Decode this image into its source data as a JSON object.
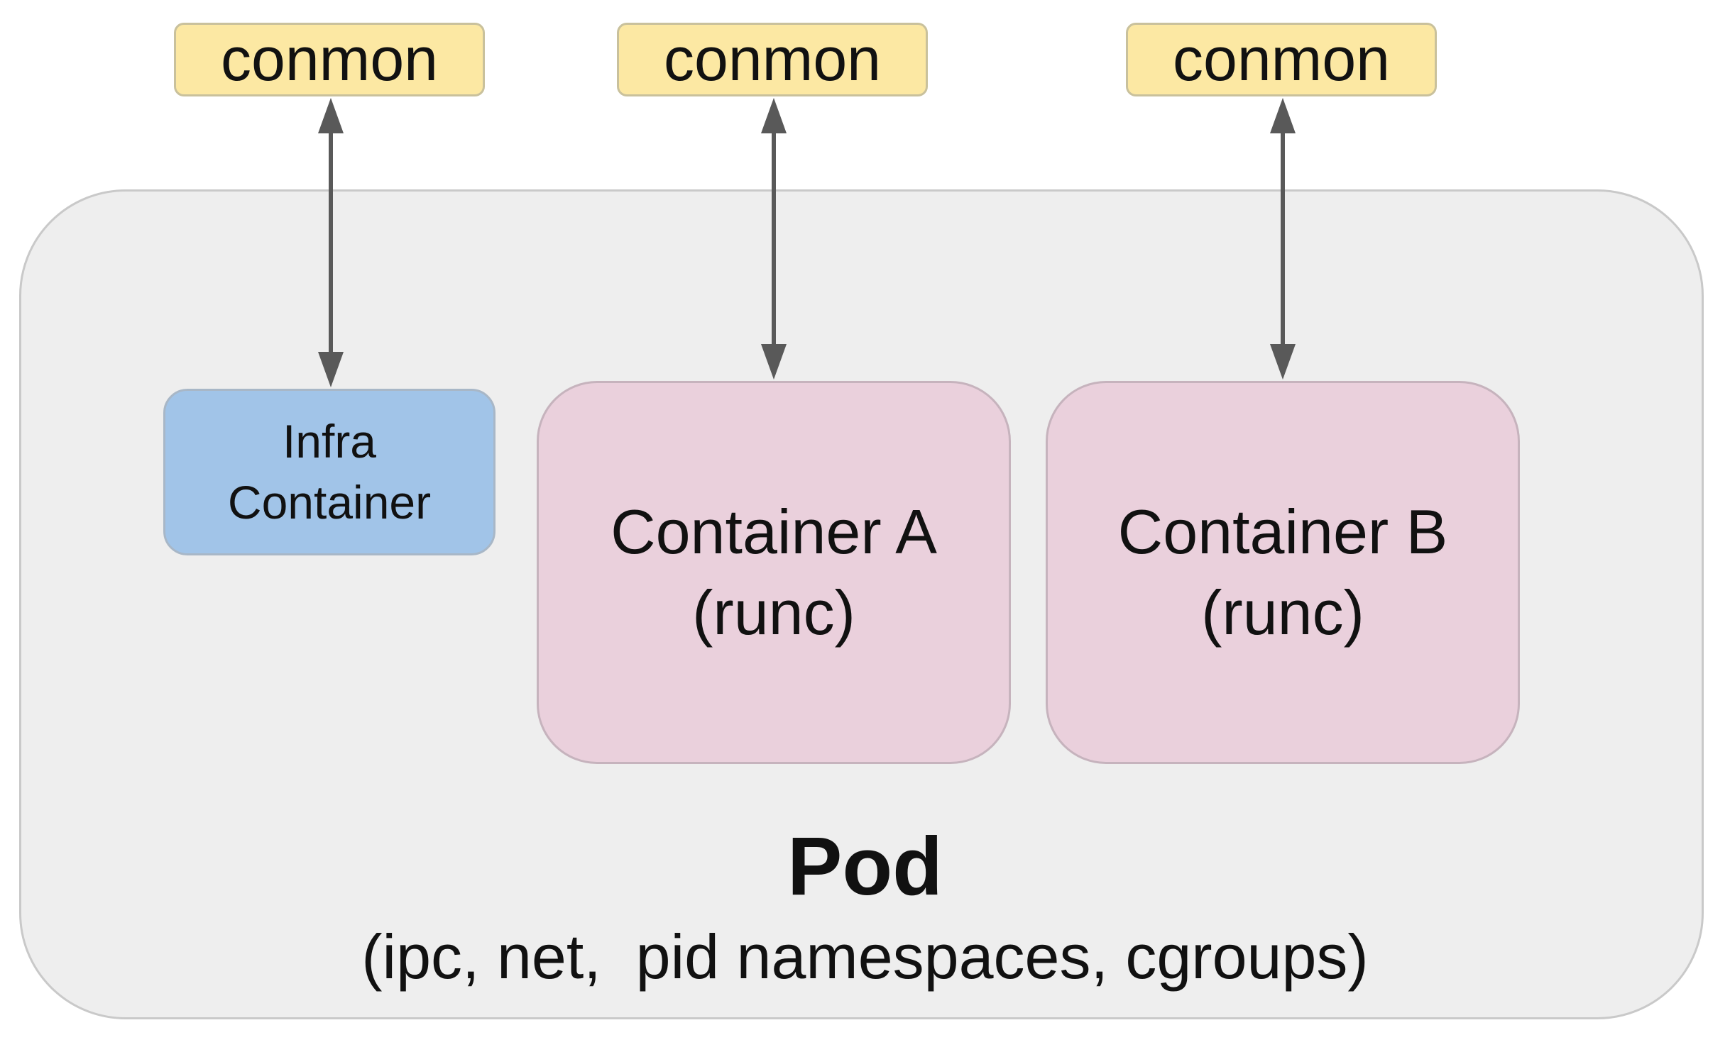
{
  "conmon_boxes": [
    {
      "label": "conmon"
    },
    {
      "label": "conmon"
    },
    {
      "label": "conmon"
    }
  ],
  "infra_container": {
    "line1": "Infra",
    "line2": "Container"
  },
  "containers": [
    {
      "line1": "Container A",
      "line2": "(runc)"
    },
    {
      "line1": "Container B",
      "line2": "(runc)"
    }
  ],
  "pod": {
    "title": "Pod",
    "subtitle": "(ipc, net,  pid namespaces, cgroups)"
  },
  "colors": {
    "conmon_fill": "#fce8a3",
    "infra_fill": "#a1c4e8",
    "container_fill": "#ead0dc",
    "pod_fill": "#eeeeee",
    "arrow": "#595959"
  }
}
